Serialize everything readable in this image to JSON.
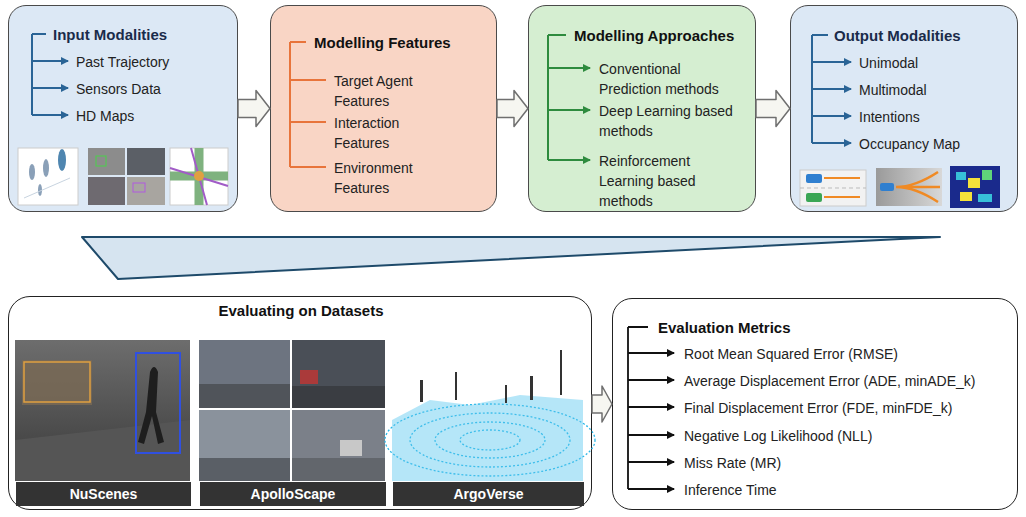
{
  "diagram": {
    "nodes": [
      {
        "text": [
          "Input Modalities",
          "Past Trajectory",
          "Sensors Data",
          "HD Maps"
        ]
      },
      {
        "text": [
          "Modelling Features",
          "Target Agent Features",
          "Interaction Features",
          "Environment Features"
        ]
      },
      {
        "text": [
          "Modelling Approaches",
          "Conventional Prediction methods",
          "Deep Learning based methods",
          "Reinforcement Learning based methods"
        ]
      },
      {
        "text": [
          "Output Modalities",
          "Unimodal",
          "Multimodal",
          "Intentions",
          "Occupancy Map"
        ]
      },
      {
        "text": [
          "Evaluating on Datasets"
        ]
      },
      {
        "text": [
          "NuScenes"
        ],
        "in": 4
      },
      {
        "text": [
          "ApolloScape"
        ],
        "in": 4
      },
      {
        "text": [
          "ArgoVerse"
        ],
        "in": 4
      },
      {
        "text": [
          "Evaluation Metrics",
          "Root Mean Squared Error (RMSE)",
          "Average Displacement Error (ADE, minADE_k)",
          "Final Displacement Error (FDE, minFDE_k)",
          "Negative Log Likelihood (NLL)",
          "Miss Rate (MR)",
          "Inference Time"
        ]
      }
    ],
    "edges": [
      {
        "from": 0,
        "to": 1,
        "arrow": "to"
      },
      {
        "from": 1,
        "to": 2,
        "arrow": "to"
      },
      {
        "from": 2,
        "to": 3,
        "arrow": "to"
      },
      {
        "from": 4,
        "to": 8,
        "arrow": "to"
      }
    ]
  }
}
